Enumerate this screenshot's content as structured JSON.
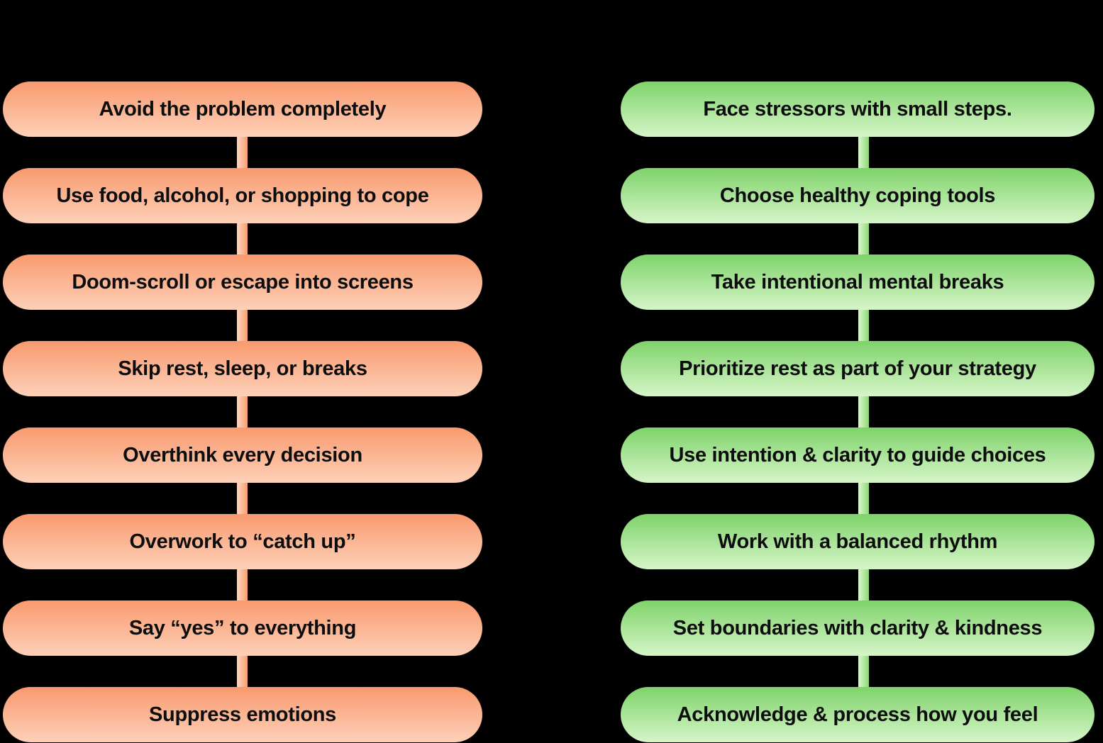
{
  "diagram": {
    "background_color": "#000000",
    "text_color": "#0d0d0d",
    "left_column": {
      "theme": "unhealthy-coping",
      "pill_gradient_top": "#F99A6E",
      "pill_gradient_bottom": "#FDD0B8",
      "connector_gradient_left": "#FDD6C0",
      "connector_gradient_right": "#FA9D70",
      "items": [
        "Avoid the problem completely",
        "Use food, alcohol, or shopping to cope",
        "Doom-scroll or escape into screens",
        "Skip rest, sleep, or breaks",
        "Overthink every decision",
        "Overwork to “catch up”",
        "Say “yes” to everything",
        "Suppress emotions"
      ]
    },
    "right_column": {
      "theme": "healthy-coping",
      "pill_gradient_top": "#7ED36A",
      "pill_gradient_bottom": "#D6F5C8",
      "connector_gradient_left": "#DEF7D1",
      "connector_gradient_right": "#8CD973",
      "items": [
        "Face stressors with small steps.",
        "Choose healthy coping tools",
        "Take intentional mental breaks",
        "Prioritize rest as part of your strategy",
        "Use intention & clarity to guide choices",
        "Work with a balanced rhythm",
        "Set boundaries with clarity & kindness",
        "Acknowledge & process how you feel"
      ]
    }
  }
}
